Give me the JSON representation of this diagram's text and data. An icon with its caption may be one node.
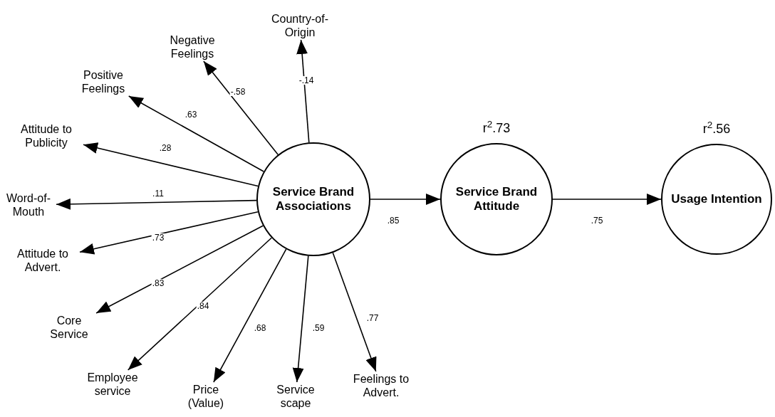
{
  "diagram": {
    "nodes": [
      {
        "text": [
          "Service Brand Associations"
        ]
      },
      {
        "text": [
          "Service Brand Attitude"
        ],
        "beside": [
          "r$^{2}$.73"
        ]
      },
      {
        "text": [
          "Usage Intention"
        ],
        "beside": [
          "r$^{2}$.56"
        ]
      },
      {
        "text": [
          "Country-of-Origin"
        ]
      },
      {
        "text": [
          "Negative Feelings"
        ]
      },
      {
        "text": [
          "Positive Feelings"
        ]
      },
      {
        "text": [
          "Attitude to Publicity"
        ]
      },
      {
        "text": [
          "Word-of-Mouth"
        ]
      },
      {
        "text": [
          "Attitude to Advert."
        ]
      },
      {
        "text": [
          "Core Service"
        ]
      },
      {
        "text": [
          "Employee service"
        ]
      },
      {
        "text": [
          "Price (Value)"
        ]
      },
      {
        "text": [
          "Service scape"
        ]
      },
      {
        "text": [
          "Feelings to Advert."
        ]
      }
    ],
    "edges": [
      {
        "from": 0,
        "to": 3,
        "arrow": "to",
        "label": "-.14"
      },
      {
        "from": 0,
        "to": 4,
        "arrow": "to",
        "label": "-.58"
      },
      {
        "from": 0,
        "to": 5,
        "arrow": "to",
        "label": ".63"
      },
      {
        "from": 0,
        "to": 6,
        "arrow": "to",
        "label": ".28"
      },
      {
        "from": 0,
        "to": 7,
        "arrow": "to",
        "label": ".11"
      },
      {
        "from": 0,
        "to": 8,
        "arrow": "to",
        "label": ".73"
      },
      {
        "from": 0,
        "to": 9,
        "arrow": "to",
        "label": ".83"
      },
      {
        "from": 0,
        "to": 10,
        "arrow": "to",
        "label": ".84"
      },
      {
        "from": 0,
        "to": 11,
        "arrow": "to",
        "label": ".68"
      },
      {
        "from": 0,
        "to": 12,
        "arrow": "to",
        "label": ".59"
      },
      {
        "from": 0,
        "to": 13,
        "arrow": "to",
        "label": ".77"
      },
      {
        "from": 0,
        "to": 1,
        "arrow": "to",
        "label": ".85"
      },
      {
        "from": 1,
        "to": 2,
        "arrow": "to",
        "label": ".75"
      }
    ]
  }
}
